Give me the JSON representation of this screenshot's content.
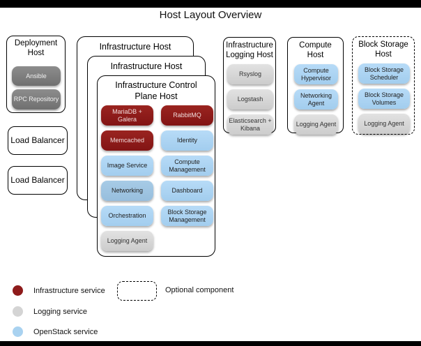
{
  "page": {
    "title": "Host Layout Overview"
  },
  "colors": {
    "infrastructure_service": "#8e1b1b",
    "logging_service": "#d4d4d4",
    "openstack_service": "#a9d2f0",
    "deployment_tool": "#7d7d7d"
  },
  "deployment_host": {
    "title": "Deployment Host",
    "services": [
      {
        "label": "Ansible",
        "type": "deployment"
      },
      {
        "label": "RPC Repository",
        "type": "deployment"
      }
    ]
  },
  "load_balancer_1": {
    "title": "Load Balancer"
  },
  "load_balancer_2": {
    "title": "Load Balancer"
  },
  "infrastructure_stack": {
    "back_host_title": "Infrastructure Host",
    "middle_host_title": "Infrastructure Host",
    "control_plane_title": "Infrastructure Control Plane Host",
    "left_services": [
      {
        "label": "MariaDB + Galera",
        "type": "infrastructure"
      },
      {
        "label": "Memcached",
        "type": "infrastructure"
      },
      {
        "label": "Image Service",
        "type": "openstack"
      },
      {
        "label": "Networking",
        "type": "openstack"
      },
      {
        "label": "Orchestration",
        "type": "openstack"
      },
      {
        "label": "Logging Agent",
        "type": "logging"
      }
    ],
    "right_services": [
      {
        "label": "RabbitMQ",
        "type": "infrastructure"
      },
      {
        "label": "Identity",
        "type": "openstack"
      },
      {
        "label": "Compute Management",
        "type": "openstack"
      },
      {
        "label": "Dashboard",
        "type": "openstack"
      },
      {
        "label": "Block Storage Management",
        "type": "openstack"
      }
    ]
  },
  "logging_host": {
    "title": "Infrastructure Logging Host",
    "services": [
      {
        "label": "Rsyslog",
        "type": "logging"
      },
      {
        "label": "Logstash",
        "type": "logging"
      },
      {
        "label": "Elasticsearch + Kibana",
        "type": "logging"
      }
    ]
  },
  "compute_host": {
    "title": "Compute Host",
    "services": [
      {
        "label": "Compute Hypervisor",
        "type": "openstack"
      },
      {
        "label": "Networking Agent",
        "type": "openstack"
      },
      {
        "label": "Logging Agent",
        "type": "logging"
      }
    ]
  },
  "block_storage_host": {
    "title": "Block Storage Host",
    "optional": true,
    "services": [
      {
        "label": "Block Storage Scheduler",
        "type": "openstack"
      },
      {
        "label": "Block Storage Volumes",
        "type": "openstack"
      },
      {
        "label": "Logging Agent",
        "type": "logging"
      }
    ]
  },
  "legend": {
    "items": [
      {
        "label": "Infrastructure service",
        "color": "#8e1b1b"
      },
      {
        "label": "Logging service",
        "color": "#d4d4d4"
      },
      {
        "label": "OpenStack service",
        "color": "#a9d2f0"
      }
    ],
    "optional_label": "Optional component"
  }
}
